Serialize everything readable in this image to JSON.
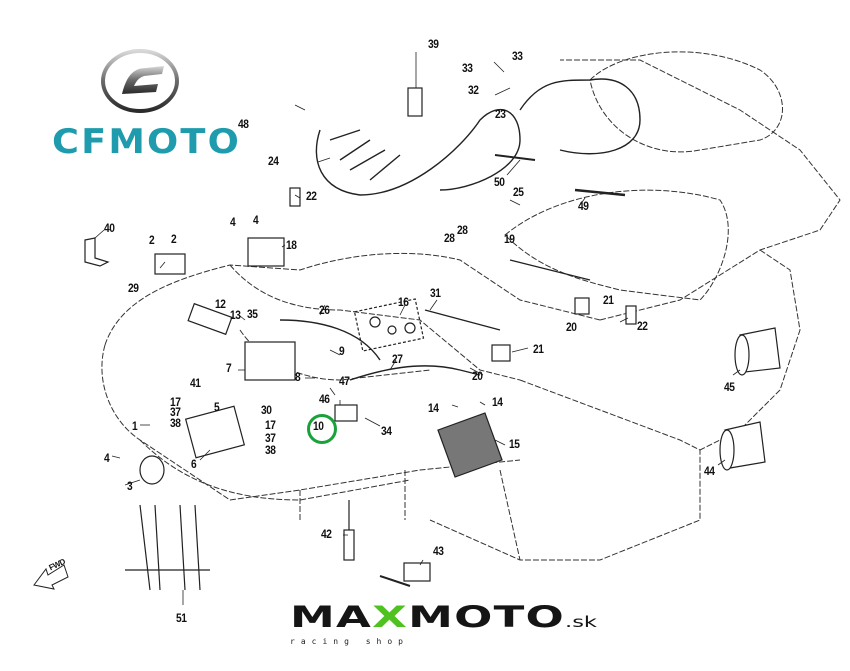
{
  "diagram": {
    "title": "CFMOTO electrical system exploded parts diagram",
    "brand_logo": {
      "text": "CFMOTO",
      "color": "#1e9cad",
      "icon": "cfmoto-emblem-icon"
    },
    "watermark": {
      "text_main_1": "MA",
      "text_main_x": "X",
      "text_main_2": "MOTO",
      "text_suffix": ".sk",
      "tagline": "racing shop",
      "accent_color": "#4fc21f"
    },
    "highlighted_part": "10",
    "highlight_color": "#1aa23a",
    "direction_marker": {
      "text": "FWD",
      "icon": "forward-arrow-icon"
    },
    "callouts": [
      {
        "id": "c39",
        "label": "39"
      },
      {
        "id": "c33a",
        "label": "33"
      },
      {
        "id": "c33b",
        "label": "33"
      },
      {
        "id": "c32",
        "label": "32"
      },
      {
        "id": "c23",
        "label": "23"
      },
      {
        "id": "c48",
        "label": "48"
      },
      {
        "id": "c24",
        "label": "24"
      },
      {
        "id": "c50",
        "label": "50"
      },
      {
        "id": "c25",
        "label": "25"
      },
      {
        "id": "c49",
        "label": "49"
      },
      {
        "id": "c22a",
        "label": "22"
      },
      {
        "id": "c40",
        "label": "40"
      },
      {
        "id": "c4a",
        "label": "4"
      },
      {
        "id": "c4b",
        "label": "4"
      },
      {
        "id": "c18",
        "label": "18"
      },
      {
        "id": "c2a",
        "label": "2"
      },
      {
        "id": "c2b",
        "label": "2"
      },
      {
        "id": "c29",
        "label": "29"
      },
      {
        "id": "c28a",
        "label": "28"
      },
      {
        "id": "c28b",
        "label": "28"
      },
      {
        "id": "c19",
        "label": "19"
      },
      {
        "id": "c12",
        "label": "12"
      },
      {
        "id": "c13",
        "label": "13"
      },
      {
        "id": "c35",
        "label": "35"
      },
      {
        "id": "c26",
        "label": "26"
      },
      {
        "id": "c16",
        "label": "16"
      },
      {
        "id": "c31",
        "label": "31"
      },
      {
        "id": "c21a",
        "label": "21"
      },
      {
        "id": "c20a",
        "label": "20"
      },
      {
        "id": "c22b",
        "label": "22"
      },
      {
        "id": "c9",
        "label": "9"
      },
      {
        "id": "c7",
        "label": "7"
      },
      {
        "id": "c27",
        "label": "27"
      },
      {
        "id": "c21b",
        "label": "21"
      },
      {
        "id": "c8",
        "label": "8"
      },
      {
        "id": "c47",
        "label": "47"
      },
      {
        "id": "c20b",
        "label": "20"
      },
      {
        "id": "c41",
        "label": "41"
      },
      {
        "id": "c17a",
        "label": "17"
      },
      {
        "id": "c37a",
        "label": "37"
      },
      {
        "id": "c38a",
        "label": "38"
      },
      {
        "id": "c5",
        "label": "5"
      },
      {
        "id": "c30",
        "label": "30"
      },
      {
        "id": "c46",
        "label": "46"
      },
      {
        "id": "c1",
        "label": "1"
      },
      {
        "id": "c17b",
        "label": "17"
      },
      {
        "id": "c10",
        "label": "10"
      },
      {
        "id": "c34",
        "label": "34"
      },
      {
        "id": "c37b",
        "label": "37"
      },
      {
        "id": "c38b",
        "label": "38"
      },
      {
        "id": "c14a",
        "label": "14"
      },
      {
        "id": "c14b",
        "label": "14"
      },
      {
        "id": "c15",
        "label": "15"
      },
      {
        "id": "c45",
        "label": "45"
      },
      {
        "id": "c44",
        "label": "44"
      },
      {
        "id": "c4c",
        "label": "4"
      },
      {
        "id": "c6",
        "label": "6"
      },
      {
        "id": "c3",
        "label": "3"
      },
      {
        "id": "c42",
        "label": "42"
      },
      {
        "id": "c43",
        "label": "43"
      },
      {
        "id": "c51",
        "label": "51"
      }
    ]
  }
}
